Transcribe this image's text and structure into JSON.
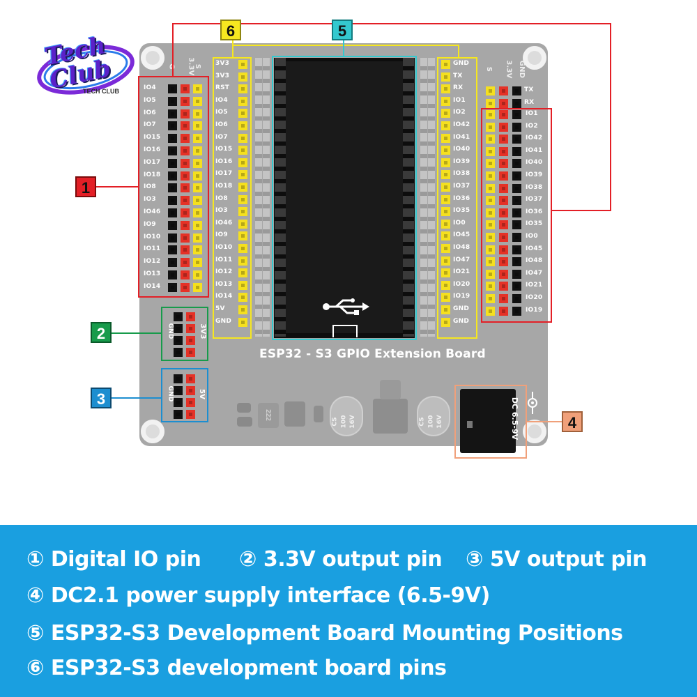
{
  "logo": {
    "main": "Tech Club",
    "sub": "TECH CLUB"
  },
  "board": {
    "title": "ESP32 - S3 GPIO Extension Board"
  },
  "colors": {
    "board": "#a7a7a7",
    "header_black": "#111111",
    "header_red": "#e53227",
    "header_yellow": "#f5e01f",
    "legend_bg": "#1a9fe0",
    "callout1": "#e31f26",
    "callout2": "#179b4b",
    "callout3": "#1c8ed0",
    "callout4": "#f0a07a",
    "callout5": "#34c9cf",
    "callout6": "#f6e720"
  },
  "callouts": [
    {
      "num": "1"
    },
    {
      "num": "2"
    },
    {
      "num": "3"
    },
    {
      "num": "4"
    },
    {
      "num": "5"
    },
    {
      "num": "6"
    }
  ],
  "left_header": {
    "col_labels": [
      "G",
      "3.3V",
      "S"
    ],
    "pins": [
      "IO4",
      "IO5",
      "IO6",
      "IO7",
      "IO15",
      "IO16",
      "IO17",
      "IO18",
      "IO8",
      "IO3",
      "IO46",
      "IO9",
      "IO10",
      "IO11",
      "IO12",
      "IO13",
      "IO14"
    ]
  },
  "left_inner": {
    "pins": [
      "3V3",
      "3V3",
      "RST",
      "IO4",
      "IO5",
      "IO6",
      "IO7",
      "IO15",
      "IO16",
      "IO17",
      "IO18",
      "IO8",
      "IO3",
      "IO46",
      "IO9",
      "IO10",
      "IO11",
      "IO12",
      "IO13",
      "IO14",
      "5V",
      "GND"
    ]
  },
  "right_inner": {
    "pins": [
      "GND",
      "TX",
      "RX",
      "IO1",
      "IO2",
      "IO42",
      "IO41",
      "IO40",
      "IO39",
      "IO38",
      "IO37",
      "IO36",
      "IO35",
      "IO0",
      "IO45",
      "IO48",
      "IO47",
      "IO21",
      "IO20",
      "IO19",
      "GND",
      "GND"
    ]
  },
  "right_header": {
    "col_labels": [
      "S",
      "3.3V",
      "GND"
    ],
    "top_pins": [
      "TX",
      "RX"
    ],
    "pins": [
      "IO1",
      "IO2",
      "IO42",
      "IO41",
      "IO40",
      "IO39",
      "IO38",
      "IO37",
      "IO36",
      "IO35",
      "IO0",
      "IO45",
      "IO48",
      "IO47",
      "IO21",
      "IO20",
      "IO19"
    ]
  },
  "power_33": {
    "gnd": "GND",
    "v": "3V3"
  },
  "power_5": {
    "gnd": "GND",
    "v": "5V"
  },
  "components": {
    "inductor": "222",
    "cap_text": [
      "CS",
      "100",
      "16V"
    ],
    "dc_label": "DC 6.5-9V"
  },
  "legend": [
    {
      "mark": "①",
      "text": "Digital IO pin"
    },
    {
      "mark": "②",
      "text": "3.3V output pin"
    },
    {
      "mark": "③",
      "text": "5V output pin"
    },
    {
      "mark": "④",
      "text": "DC2.1 power supply interface (6.5-9V)"
    },
    {
      "mark": "⑤",
      "text": "ESP32-S3 Development Board Mounting Positions"
    },
    {
      "mark": "⑥",
      "text": "ESP32-S3 development board pins"
    }
  ]
}
